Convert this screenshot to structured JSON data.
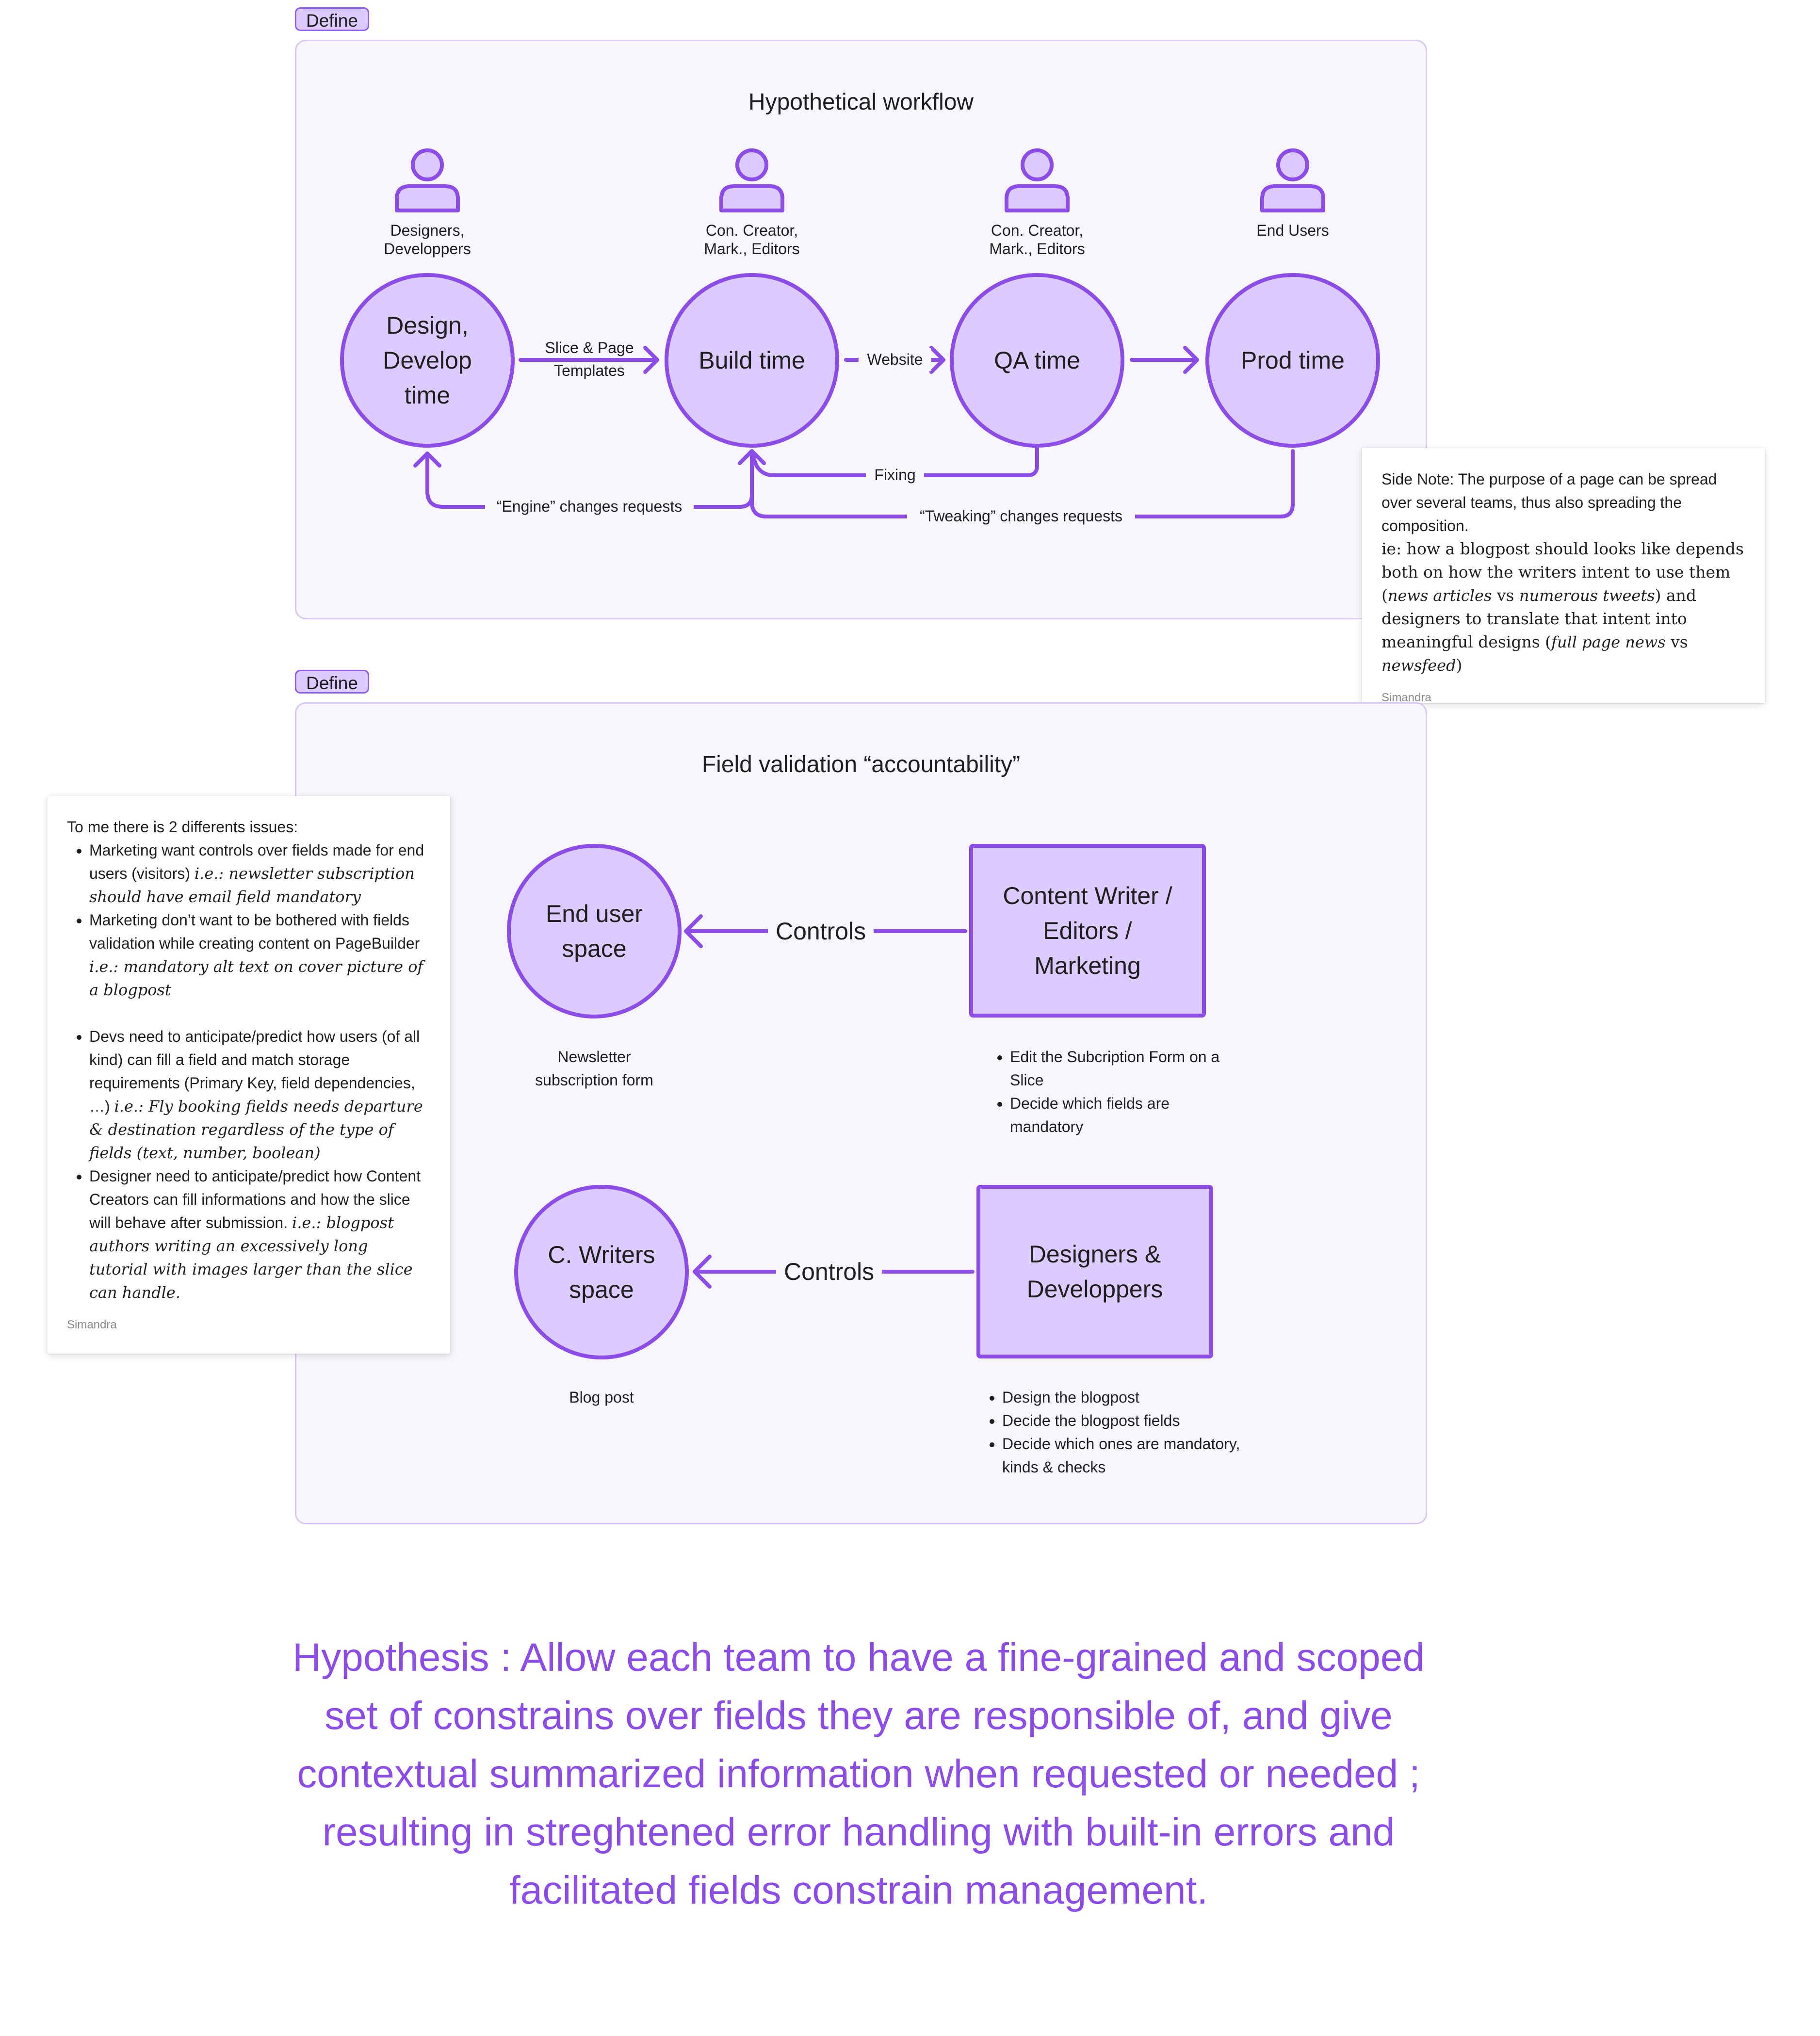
{
  "frames": [
    {
      "tag": "Define",
      "title": "Hypothetical workflow"
    },
    {
      "tag": "Define",
      "title": "Field validation “accountability”"
    }
  ],
  "workflow": {
    "roles": [
      "Designers,\nDeveloppers",
      "Con. Creator,\nMark., Editors",
      "Con. Creator,\nMark., Editors",
      "End Users"
    ],
    "stages": [
      "Design,\nDevelop\ntime",
      "Build time",
      "QA time",
      "Prod time"
    ],
    "edges": {
      "slice_templates": "Slice & Page\nTemplates",
      "website": "Website",
      "fixing": "Fixing",
      "engine_changes": "“Engine” changes requests",
      "tweaking_changes": "“Tweaking” changes requests"
    }
  },
  "validation": {
    "row1": {
      "target": "End user\nspace",
      "controls": "Controls",
      "actor": "Content Writer /\nEditors /\nMarketing",
      "caption": "Newsletter\nsubscription form",
      "bullets": [
        "Edit the Subcription Form on a Slice",
        "Decide which fields are mandatory"
      ]
    },
    "row2": {
      "target": "C. Writers\nspace",
      "controls": "Controls",
      "actor": "Designers &\nDeveloppers",
      "caption": "Blog post",
      "bullets": [
        "Design the blogpost",
        "Decide the blogpost fields",
        "Decide which ones are mandatory, kinds & checks"
      ]
    }
  },
  "side_note": {
    "lead": "Side Note: The purpose of a page can be spread over several teams, thus also spreading the composition.",
    "body_1": "ie: how a blogpost should looks like depends both on how the writers intent to use them (",
    "em_1": "news articles",
    "body_2": " vs ",
    "em_2": "numerous tweets",
    "body_3": ") and designers to translate that intent into meaningful designs (",
    "em_3": "full page news",
    "body_4": " vs ",
    "em_4": "newsfeed",
    "body_5": ")",
    "author": "Simandra"
  },
  "issues_note": {
    "intro": "To me there is 2 differents issues:",
    "items": [
      {
        "text": "Marketing want controls over fields made for end users (visitors)  ",
        "example": "i.e.: newsletter subscription should have email field mandatory"
      },
      {
        "text": "Marketing don’t want to be bothered with fields validation while creating content on PageBuilder  ",
        "example": "i.e.: mandatory alt text on cover picture of a blogpost"
      },
      {
        "text": "Devs need to anticipate/predict how users (of all kind) can fill a field and match storage requirements (Primary Key, field dependencies, …) ",
        "example": "i.e.: Fly booking fields needs departure & destination regardless of the type of fields (text, number, boolean)"
      },
      {
        "text": "Designer need to anticipate/predict how Content Creators can fill informations and how the slice will behave after submission. ",
        "example": "i.e.: blogpost authors writing an excessively long tutorial with images larger than the slice can handle."
      }
    ],
    "author": "Simandra"
  },
  "hypothesis": "Hypothesis : Allow each team to have a fine-grained and scoped set of constrains over fields they are responsible of, and give contextual summarized information when requested or needed ; resulting in streghtened error handling with built-in errors and facilitated fields constrain management.",
  "colors": {
    "accent": "#8c4ce8",
    "fill": "#dccbff",
    "frame_bg": "#f8f5fd",
    "frame_border": "#d8c8f7"
  }
}
